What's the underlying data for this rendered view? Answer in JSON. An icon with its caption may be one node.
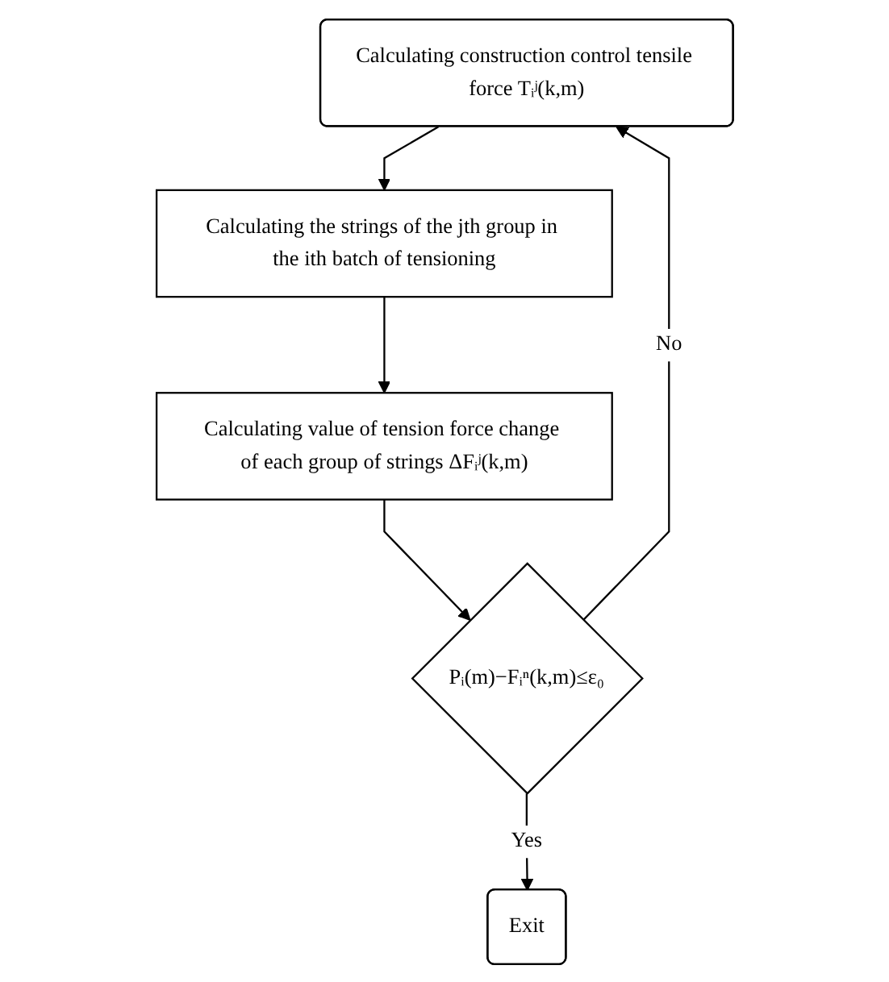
{
  "diagram": {
    "nodes": [
      {
        "text": [
          "Calculating construction control tensile force Tᵢʲ(k,m)"
        ]
      },
      {
        "text": [
          "Calculating the strings of the jth group in the ith batch of tensioning"
        ]
      },
      {
        "text": [
          "Calculating value of tension force change of each group of strings ΔFᵢʲ(k,m)"
        ]
      },
      {
        "text": [
          "Pᵢ(m)−Fᵢⁿ(k,m)≤ε₀"
        ]
      },
      {
        "text": [
          "Exit"
        ]
      }
    ],
    "edges": [
      {
        "from": 0,
        "to": 1,
        "arrow": "to"
      },
      {
        "from": 1,
        "to": 2,
        "arrow": "to"
      },
      {
        "from": 2,
        "to": 3,
        "arrow": "to"
      },
      {
        "from": 3,
        "to": 4,
        "arrow": "to",
        "label": "Yes"
      },
      {
        "from": 3,
        "to": 0,
        "arrow": "to",
        "label": "No"
      }
    ]
  }
}
